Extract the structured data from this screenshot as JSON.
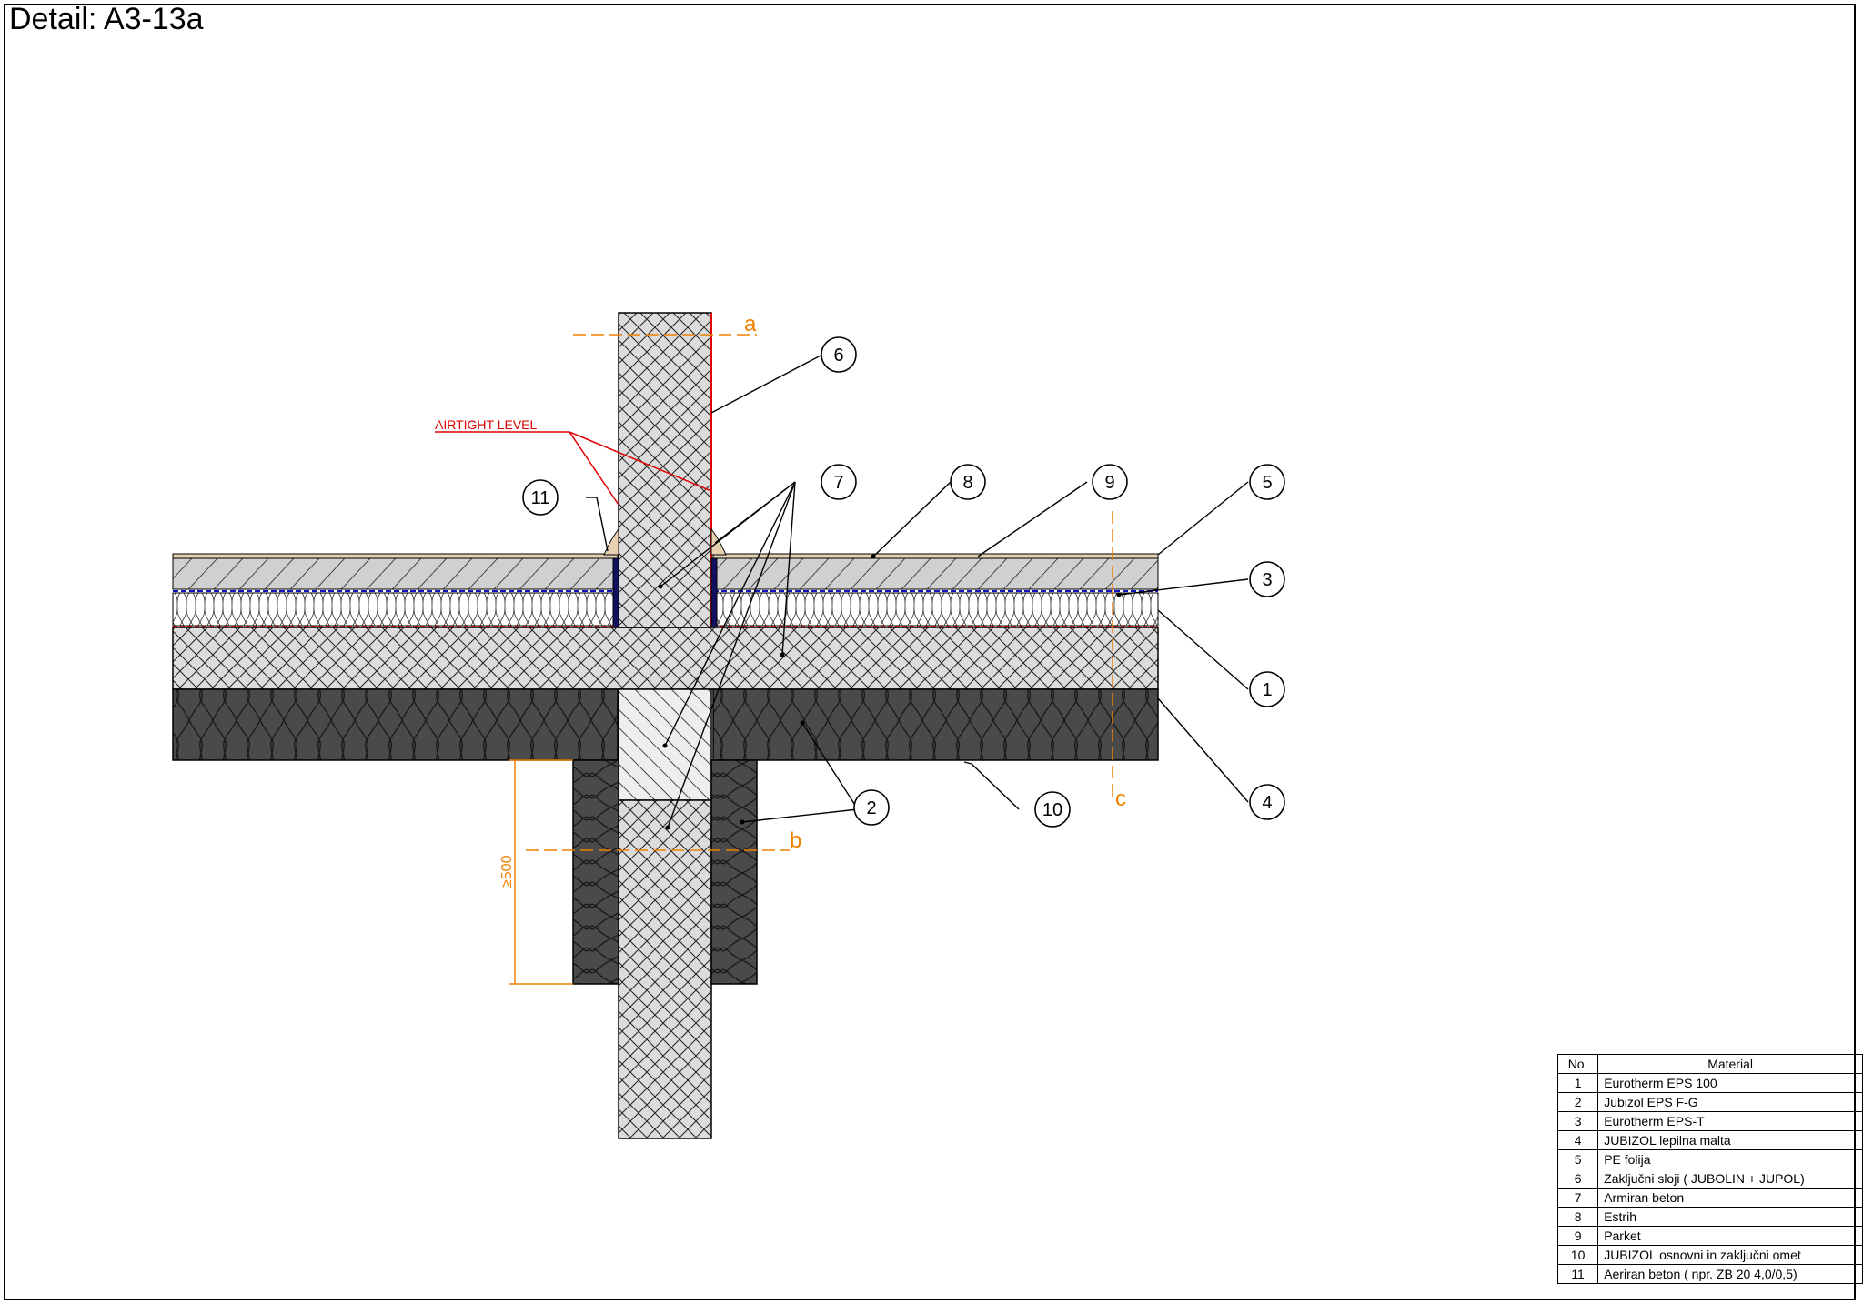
{
  "title": "Detail: A3-13a",
  "airtight_label": "AIRTIGHT LEVEL",
  "section_marks": {
    "a": "a",
    "b": "b",
    "c": "c"
  },
  "dimension": "≥500",
  "callouts": [
    "1",
    "2",
    "3",
    "4",
    "5",
    "6",
    "7",
    "8",
    "9",
    "10",
    "11"
  ],
  "legend": {
    "header_no": "No.",
    "header_material": "Material",
    "rows": [
      {
        "no": "1",
        "material": "Eurotherm EPS 100"
      },
      {
        "no": "2",
        "material": "Jubizol EPS F-G"
      },
      {
        "no": "3",
        "material": "Eurotherm EPS-T"
      },
      {
        "no": "4",
        "material": "JUBIZOL lepilna malta"
      },
      {
        "no": "5",
        "material": "PE folija"
      },
      {
        "no": "6",
        "material": "Zaključni sloji  ( JUBOLIN + JUPOL)"
      },
      {
        "no": "7",
        "material": "Armiran beton"
      },
      {
        "no": "8",
        "material": "Estrih"
      },
      {
        "no": "9",
        "material": "Parket"
      },
      {
        "no": "10",
        "material": "JUBIZOL osnovni in zaključni omet"
      },
      {
        "no": "11",
        "material": "Aeriran beton  ( npr. ZB 20 4,0/0,5)"
      }
    ]
  },
  "colors": {
    "orange": "#f08000",
    "red": "#e00000",
    "blue": "#1010c0",
    "insulation": "#4a4a4a",
    "concrete": "#d8d8d8"
  }
}
